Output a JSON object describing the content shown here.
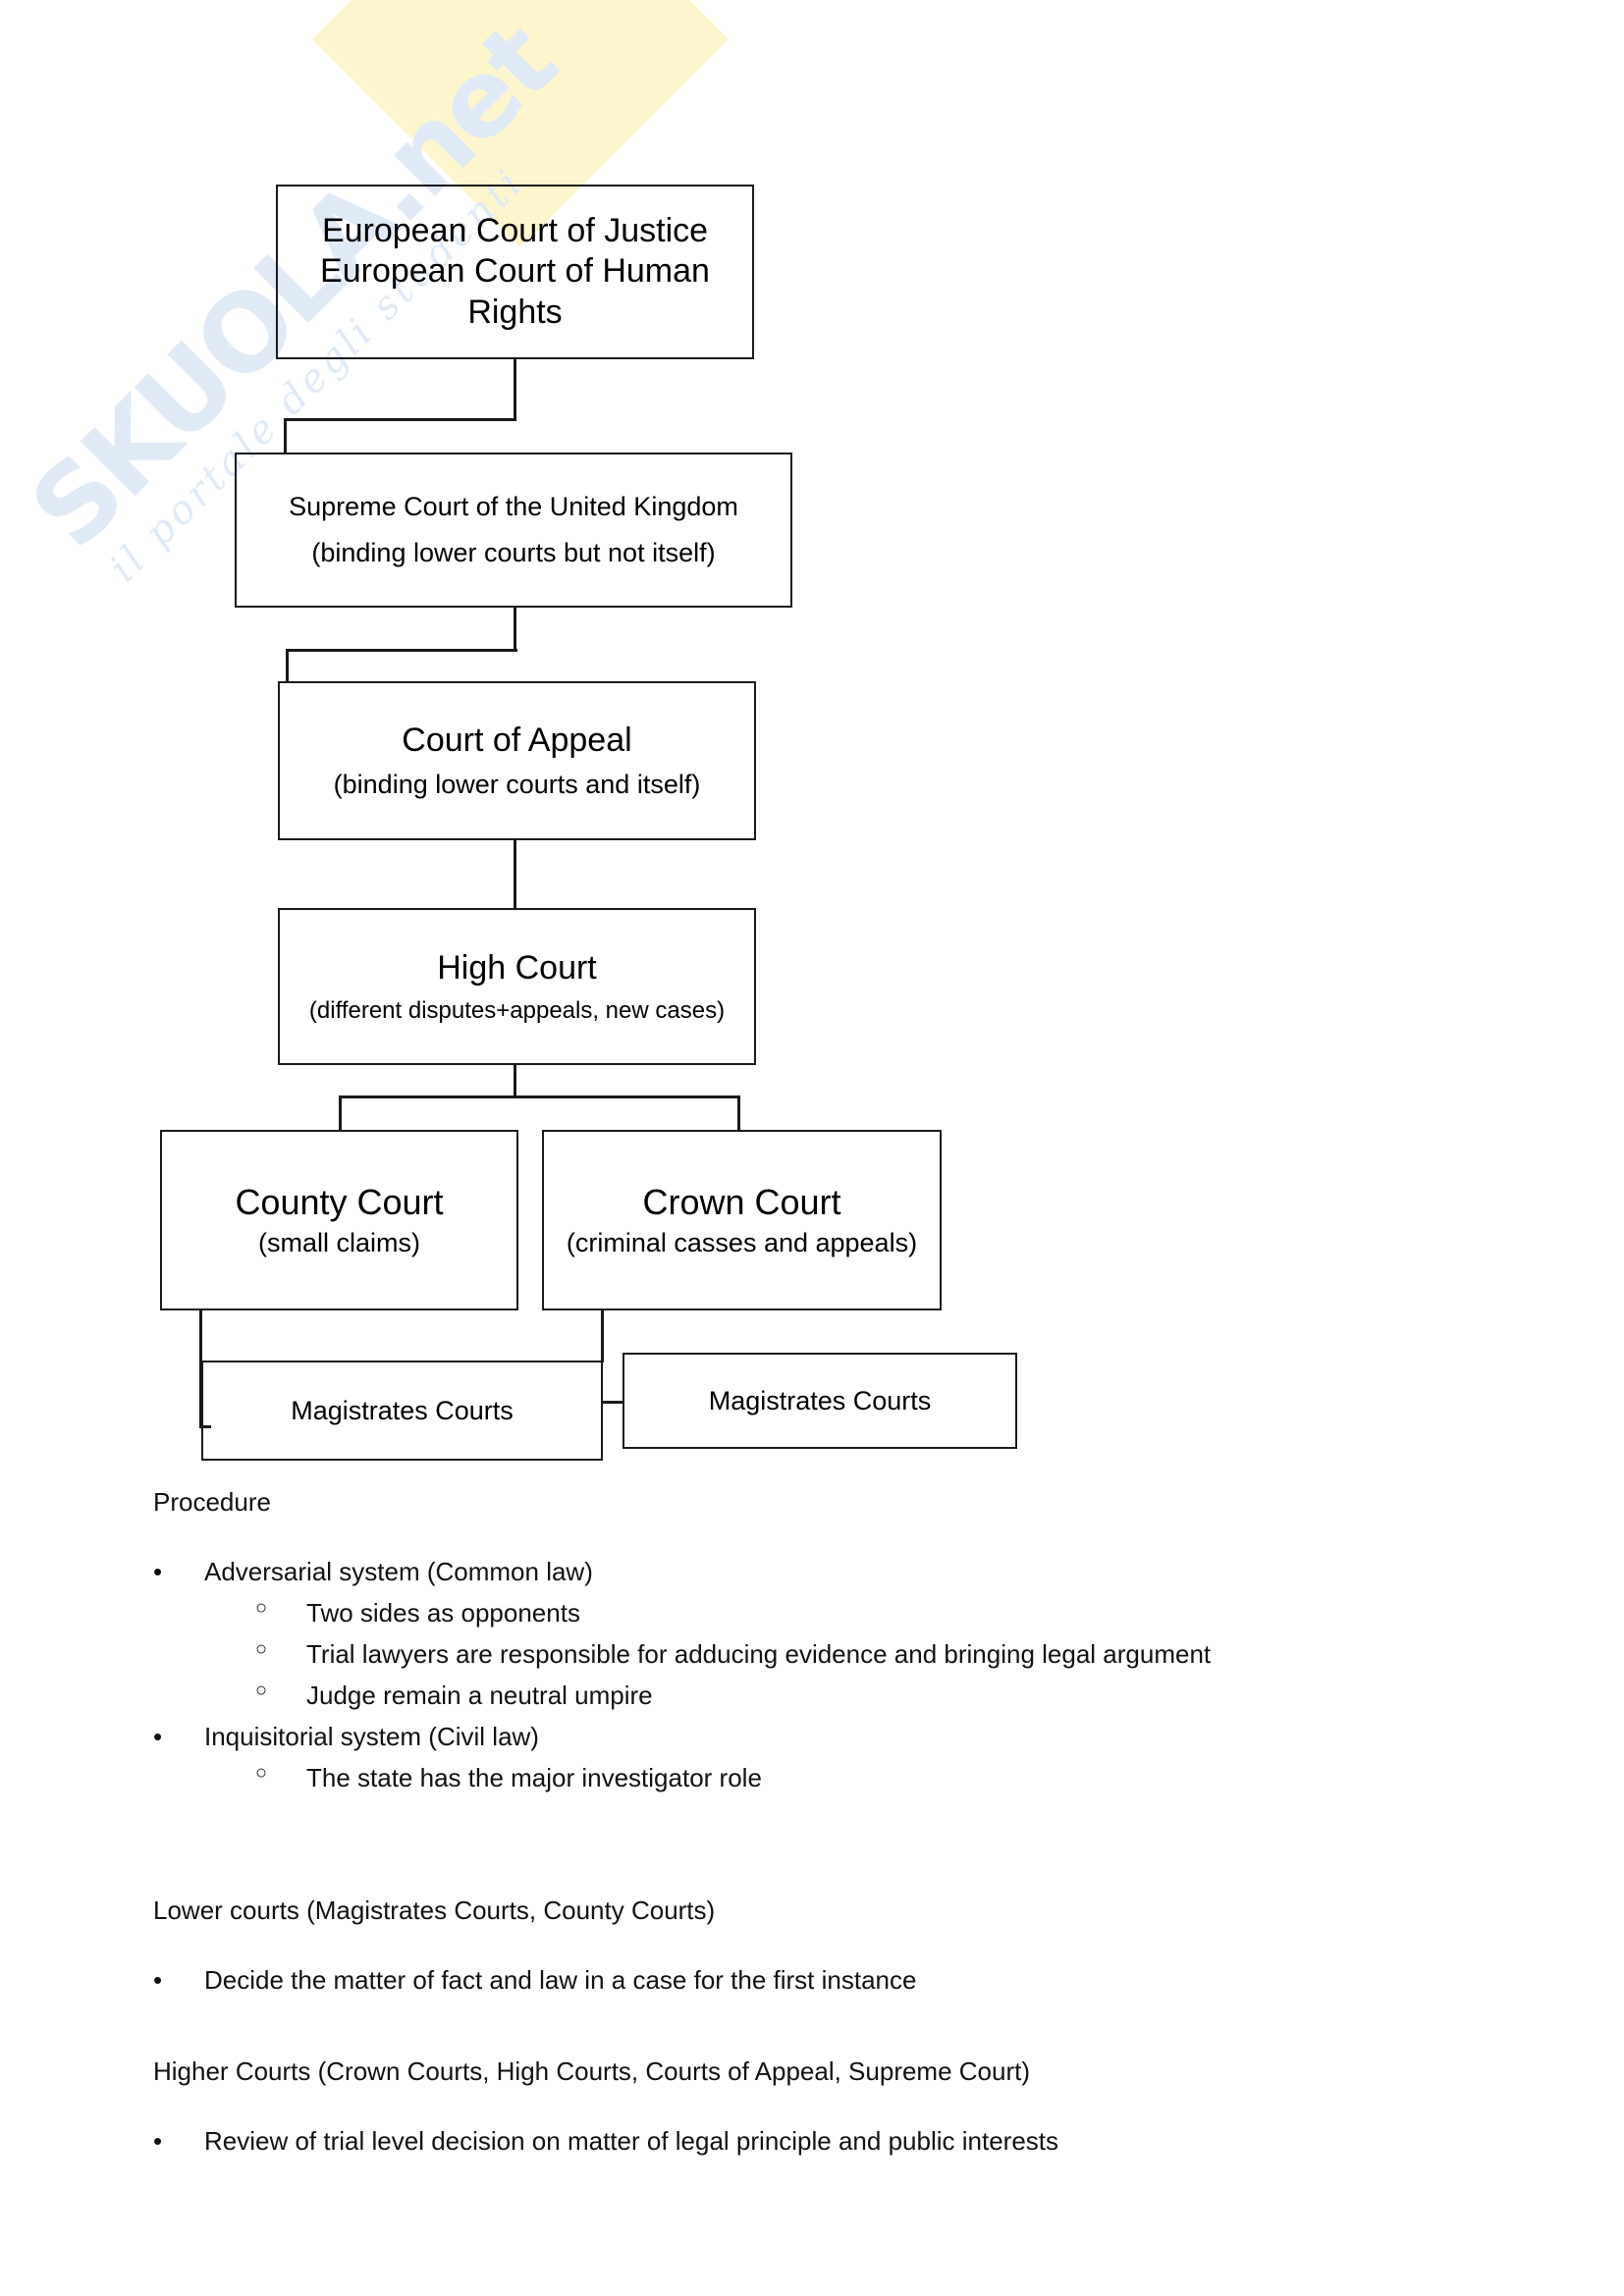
{
  "watermark": {
    "brand": "SKUOLA",
    "brand_suffix": ".net",
    "tagline": "il portale degli studenti",
    "color": "#dfeaf6",
    "highlight_color": "#fdf6cd"
  },
  "diagram": {
    "nodes": [
      {
        "id": "european",
        "title": "European Court of Justice\nEuropean Court of Human\nRights",
        "sub": ""
      },
      {
        "id": "supreme",
        "title": "Supreme Court of the United Kingdom",
        "sub": "(binding lower courts but not itself)"
      },
      {
        "id": "appeal",
        "title": "Court of Appeal",
        "sub": "(binding lower courts and itself)"
      },
      {
        "id": "high",
        "title": "High Court",
        "sub": "(different disputes+appeals, new cases)"
      },
      {
        "id": "county",
        "title": "County Court",
        "sub": "(small claims)"
      },
      {
        "id": "crown",
        "title": "Crown Court",
        "sub": "(criminal casses and appeals)"
      },
      {
        "id": "magistrates_left",
        "title": "Magistrates Courts",
        "sub": ""
      },
      {
        "id": "magistrates_right",
        "title": "Magistrates Courts",
        "sub": ""
      }
    ],
    "line_color": "#1a1a1a"
  },
  "content": {
    "procedure_heading": "Procedure",
    "procedure_items": [
      {
        "text": "Adversarial system (Common law)",
        "children": [
          "Two sides as opponents",
          "Trial lawyers are responsible for adducing evidence and bringing legal argument",
          "Judge remain a neutral umpire"
        ]
      },
      {
        "text": "Inquisitorial system (Civil law)",
        "children": [
          "The state has the major investigator role"
        ]
      }
    ],
    "lower_courts_heading": "Lower courts (Magistrates Courts, County Courts)",
    "lower_courts_items": [
      "Decide the matter of fact and law in a case for the first instance"
    ],
    "higher_courts_heading": "Higher Courts (Crown Courts, High Courts, Courts of Appeal, Supreme Court)",
    "higher_courts_items": [
      "Review of trial level decision on matter of legal principle and public interests"
    ],
    "bullet_glyph": "•",
    "sub_bullet_glyph": "○"
  }
}
